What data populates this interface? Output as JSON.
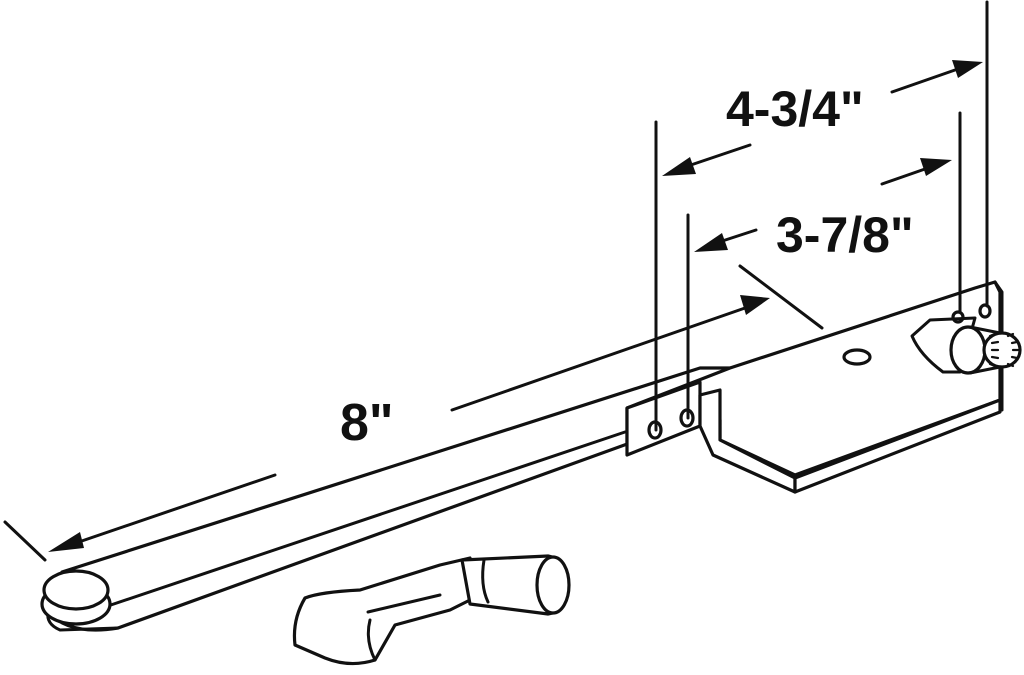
{
  "diagram": {
    "dimensions": {
      "overall_length": "8\"",
      "outer_hole_spacing": "4-3/4\"",
      "inner_hole_spacing": "3-7/8\""
    },
    "colors": {
      "line": "#111111",
      "background": "#ffffff"
    }
  }
}
